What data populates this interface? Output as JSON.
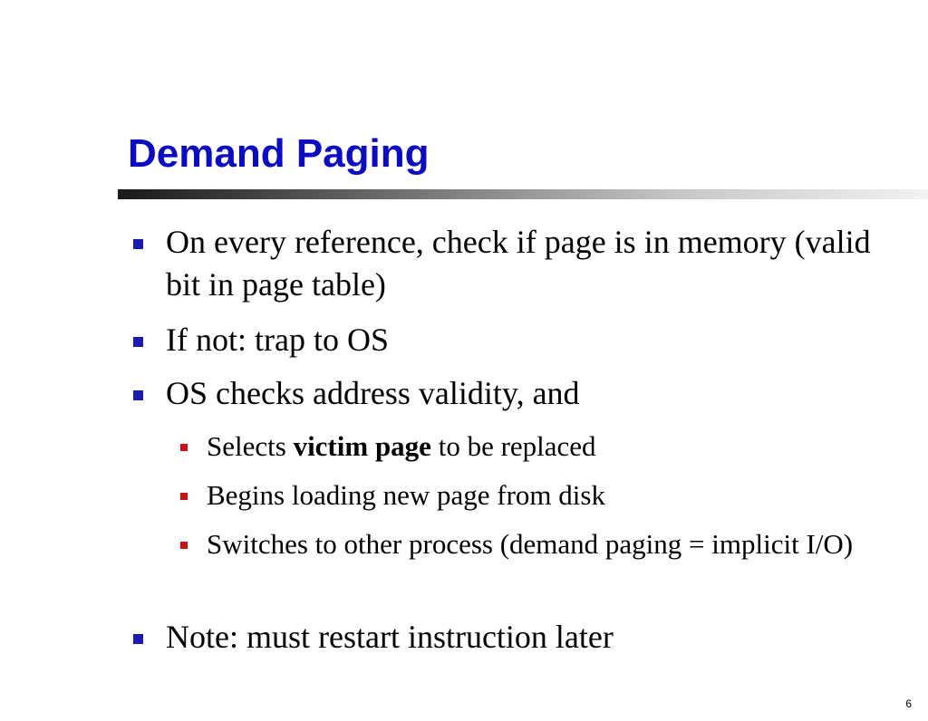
{
  "slide": {
    "title": "Demand Paging",
    "page_number": "6",
    "colors": {
      "title": "#0a0ac8",
      "bullet_level1": "#1a1ab4",
      "bullet_level2": "#d01010",
      "text": "#000000"
    },
    "bullets": [
      {
        "text": "On every reference, check if page is in memory (valid bit in page table)"
      },
      {
        "text": "If not: trap to OS"
      },
      {
        "text": "OS checks address validity, and"
      },
      {
        "prefix": "Selects ",
        "bold": "victim page",
        "suffix": " to be replaced"
      },
      {
        "text": "Begins loading new page from disk"
      },
      {
        "text": "Switches to other process (demand paging = implicit I/O)"
      },
      {
        "text": "Note: must restart instruction later"
      }
    ]
  }
}
